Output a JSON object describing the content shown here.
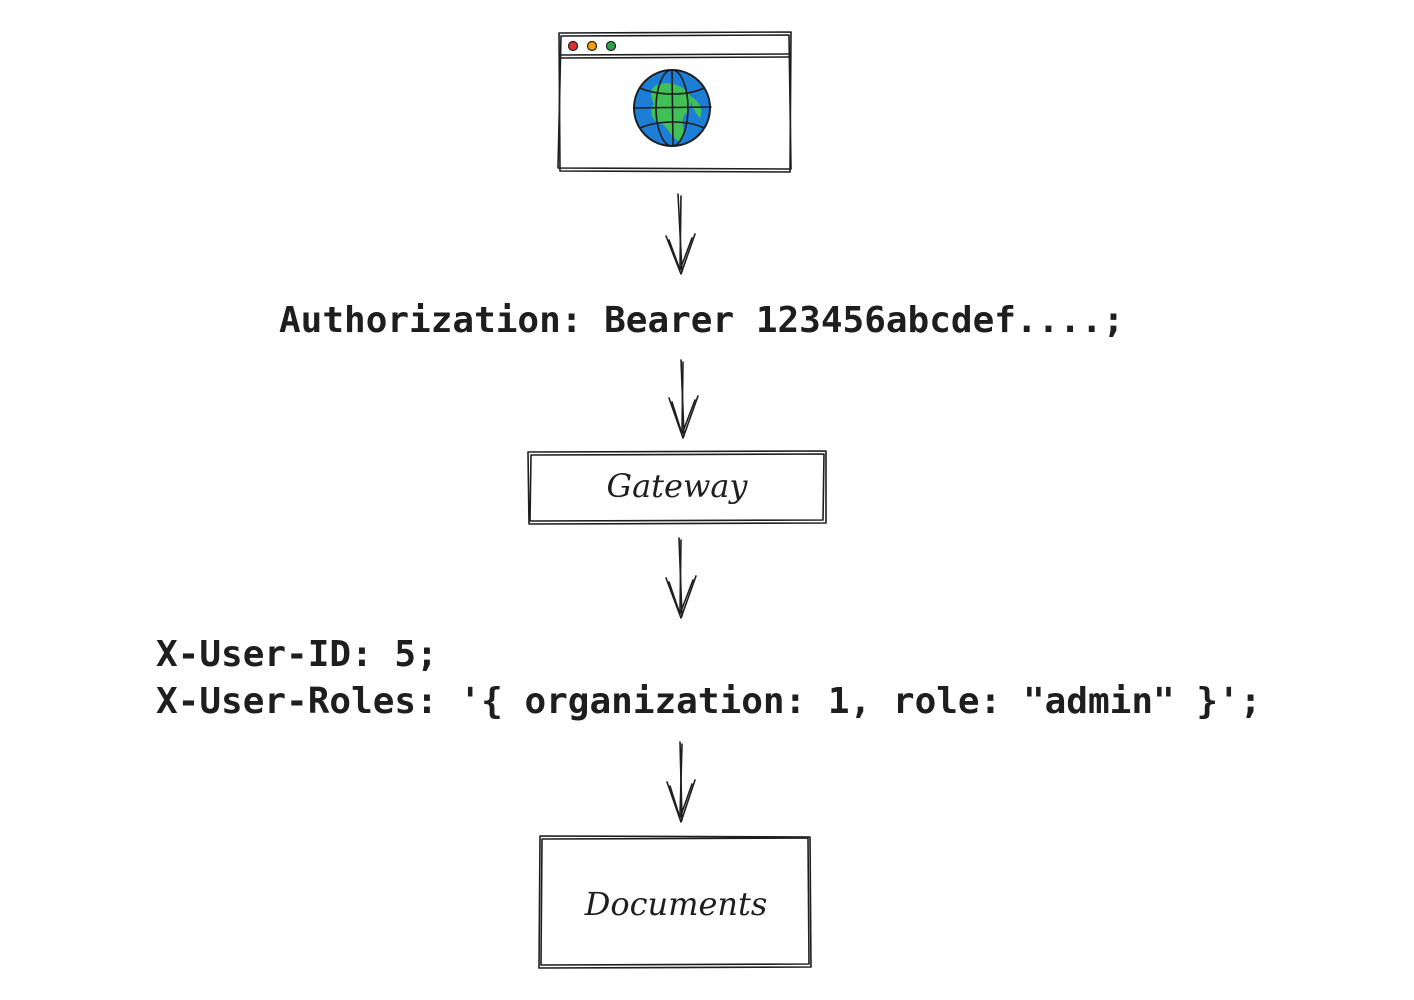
{
  "nodes": {
    "browser": {
      "icon": "browser-window-globe-icon",
      "dot_colors": [
        "#e03131",
        "#f59f00",
        "#2f9e44"
      ],
      "globe_ocean": "#1c7ed6",
      "globe_land": "#40c057"
    },
    "gateway": {
      "label": "Gateway"
    },
    "documents": {
      "label": "Documents"
    }
  },
  "headers": {
    "authorization": "Authorization: Bearer 123456abcdef....;",
    "user_id": "X-User-ID: 5;",
    "user_roles": "X-User-Roles: '{ organization: 1, role: \"admin\" }';"
  },
  "colors": {
    "stroke": "#1e1e1e",
    "background": "#ffffff"
  }
}
